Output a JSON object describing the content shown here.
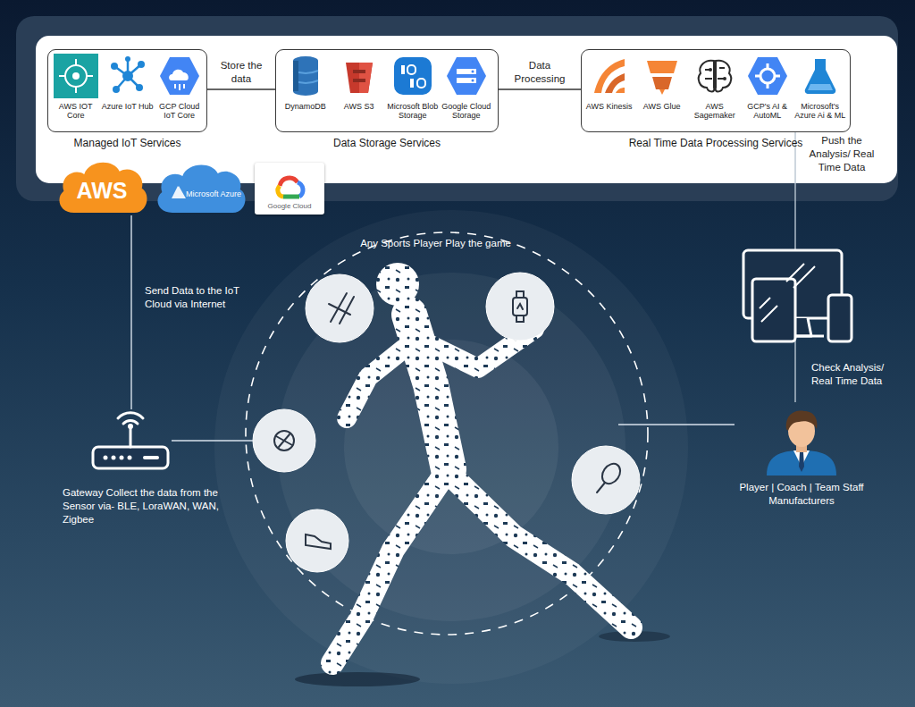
{
  "diagram": {
    "nodes": [
      {
        "text": [
          "Managed IoT Services"
        ]
      },
      {
        "text": [
          "AWS IOT Core"
        ],
        "in": 0
      },
      {
        "text": [
          "Azure IoT Hub"
        ],
        "in": 0
      },
      {
        "text": [
          "GCP Cloud IoT Core"
        ],
        "in": 0
      },
      {
        "text": [
          "Data Storage Services"
        ]
      },
      {
        "text": [
          "DynamoDB"
        ],
        "in": 4
      },
      {
        "text": [
          "AWS S3"
        ],
        "in": 4
      },
      {
        "text": [
          "Microsoft Blob Storage"
        ],
        "in": 4
      },
      {
        "text": [
          "Google Cloud Storage"
        ],
        "in": 4
      },
      {
        "text": [
          "Real Time Data Processing Services"
        ]
      },
      {
        "text": [
          "AWS Kinesis"
        ],
        "in": 9
      },
      {
        "text": [
          "AWS Glue"
        ],
        "in": 9
      },
      {
        "text": [
          "AWS Sagemaker"
        ],
        "in": 9
      },
      {
        "text": [
          "GCP's AI & AutoML"
        ],
        "in": 9
      },
      {
        "text": [
          "Microsoft's Azure Ai & ML"
        ],
        "in": 9
      },
      {
        "text": [
          "AWS"
        ]
      },
      {
        "text": [
          "Microsoft Azure"
        ]
      },
      {
        "text": [
          "Google Cloud"
        ]
      },
      {
        "text": [
          "Gateway Collect the data from the Sensor via- BLE, LoraWAN, WAN, Zigbee"
        ]
      },
      {
        "text": [
          "Any Sports Player Play the game"
        ]
      },
      {
        "text": [
          "Player | Coach | Team Staff Manufacturers"
        ]
      }
    ],
    "edges": [
      {
        "from": 0,
        "to": 4,
        "arrow": "none",
        "label": "Store the data"
      },
      {
        "from": 4,
        "to": 9,
        "arrow": "none",
        "label": "Data Processing"
      },
      {
        "from": 18,
        "to": 15,
        "arrow": "none",
        "label": "Send Data to the IoT Cloud via Internet"
      },
      {
        "from": 18,
        "to": 19,
        "arrow": "none"
      },
      {
        "from": 9,
        "to": 20,
        "arrow": "none",
        "label": "Push the Analysis/ Real Time Data"
      },
      {
        "from": 20,
        "to": 19,
        "arrow": "none"
      }
    ],
    "labels": [
      "Check Analysis/ Real Time Data"
    ]
  }
}
